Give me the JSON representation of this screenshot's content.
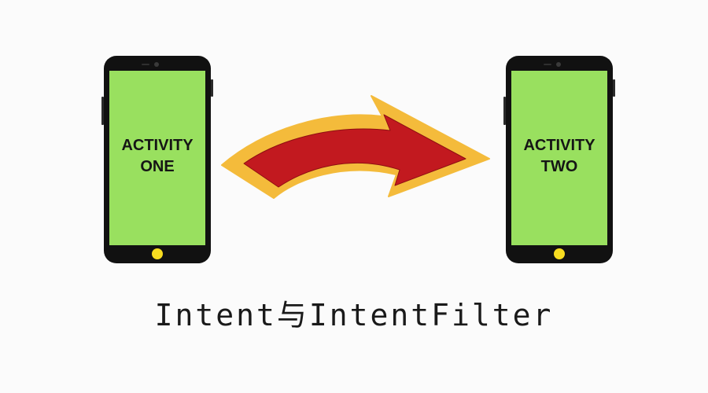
{
  "phones": {
    "left": {
      "label": "ACTIVITY\nONE"
    },
    "right": {
      "label": "ACTIVITY\nTWO"
    }
  },
  "arrow": {
    "fill": "#c2191f",
    "outline": "#f4bb3b",
    "direction": "left-to-right"
  },
  "colors": {
    "screen": "#99e05f",
    "phone_body": "#111111",
    "home_button": "#f7dc20"
  },
  "caption": "Intent与IntentFilter"
}
